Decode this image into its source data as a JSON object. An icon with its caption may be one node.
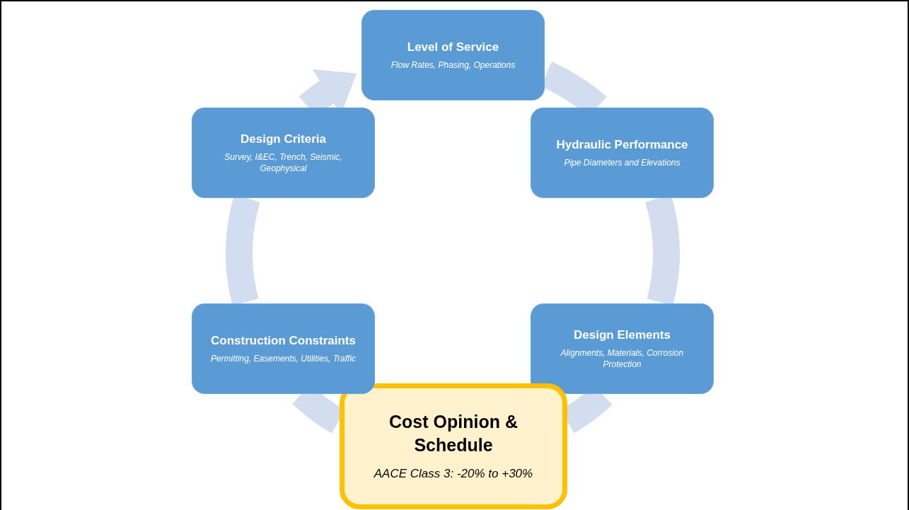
{
  "diagram": {
    "nodes": [
      {
        "text": [
          "Level of Service",
          "Flow Rates, Phasing, Operations"
        ]
      },
      {
        "text": [
          "Hydraulic Performance",
          "Pipe Diameters and Elevations"
        ]
      },
      {
        "text": [
          "Design Elements",
          "Alignments, Materials, Corrosion Protection"
        ]
      },
      {
        "text": [
          "Cost Opinion & Schedule",
          "AACE Class 3: -20% to +30%"
        ]
      },
      {
        "text": [
          "Construction Constraints",
          "Permitting, Easements, Utilities, Traffic"
        ]
      },
      {
        "text": [
          "Design Criteria",
          "Survey, I&EC, Trench, Seismic, Geophysical"
        ]
      }
    ],
    "edges": [
      {
        "from": 0,
        "to": 1,
        "arrow": "none"
      },
      {
        "from": 1,
        "to": 2,
        "arrow": "none"
      },
      {
        "from": 2,
        "to": 3,
        "arrow": "none"
      },
      {
        "from": 3,
        "to": 4,
        "arrow": "none"
      },
      {
        "from": 4,
        "to": 5,
        "arrow": "none"
      },
      {
        "from": 5,
        "to": 0,
        "arrow": "to"
      }
    ]
  }
}
